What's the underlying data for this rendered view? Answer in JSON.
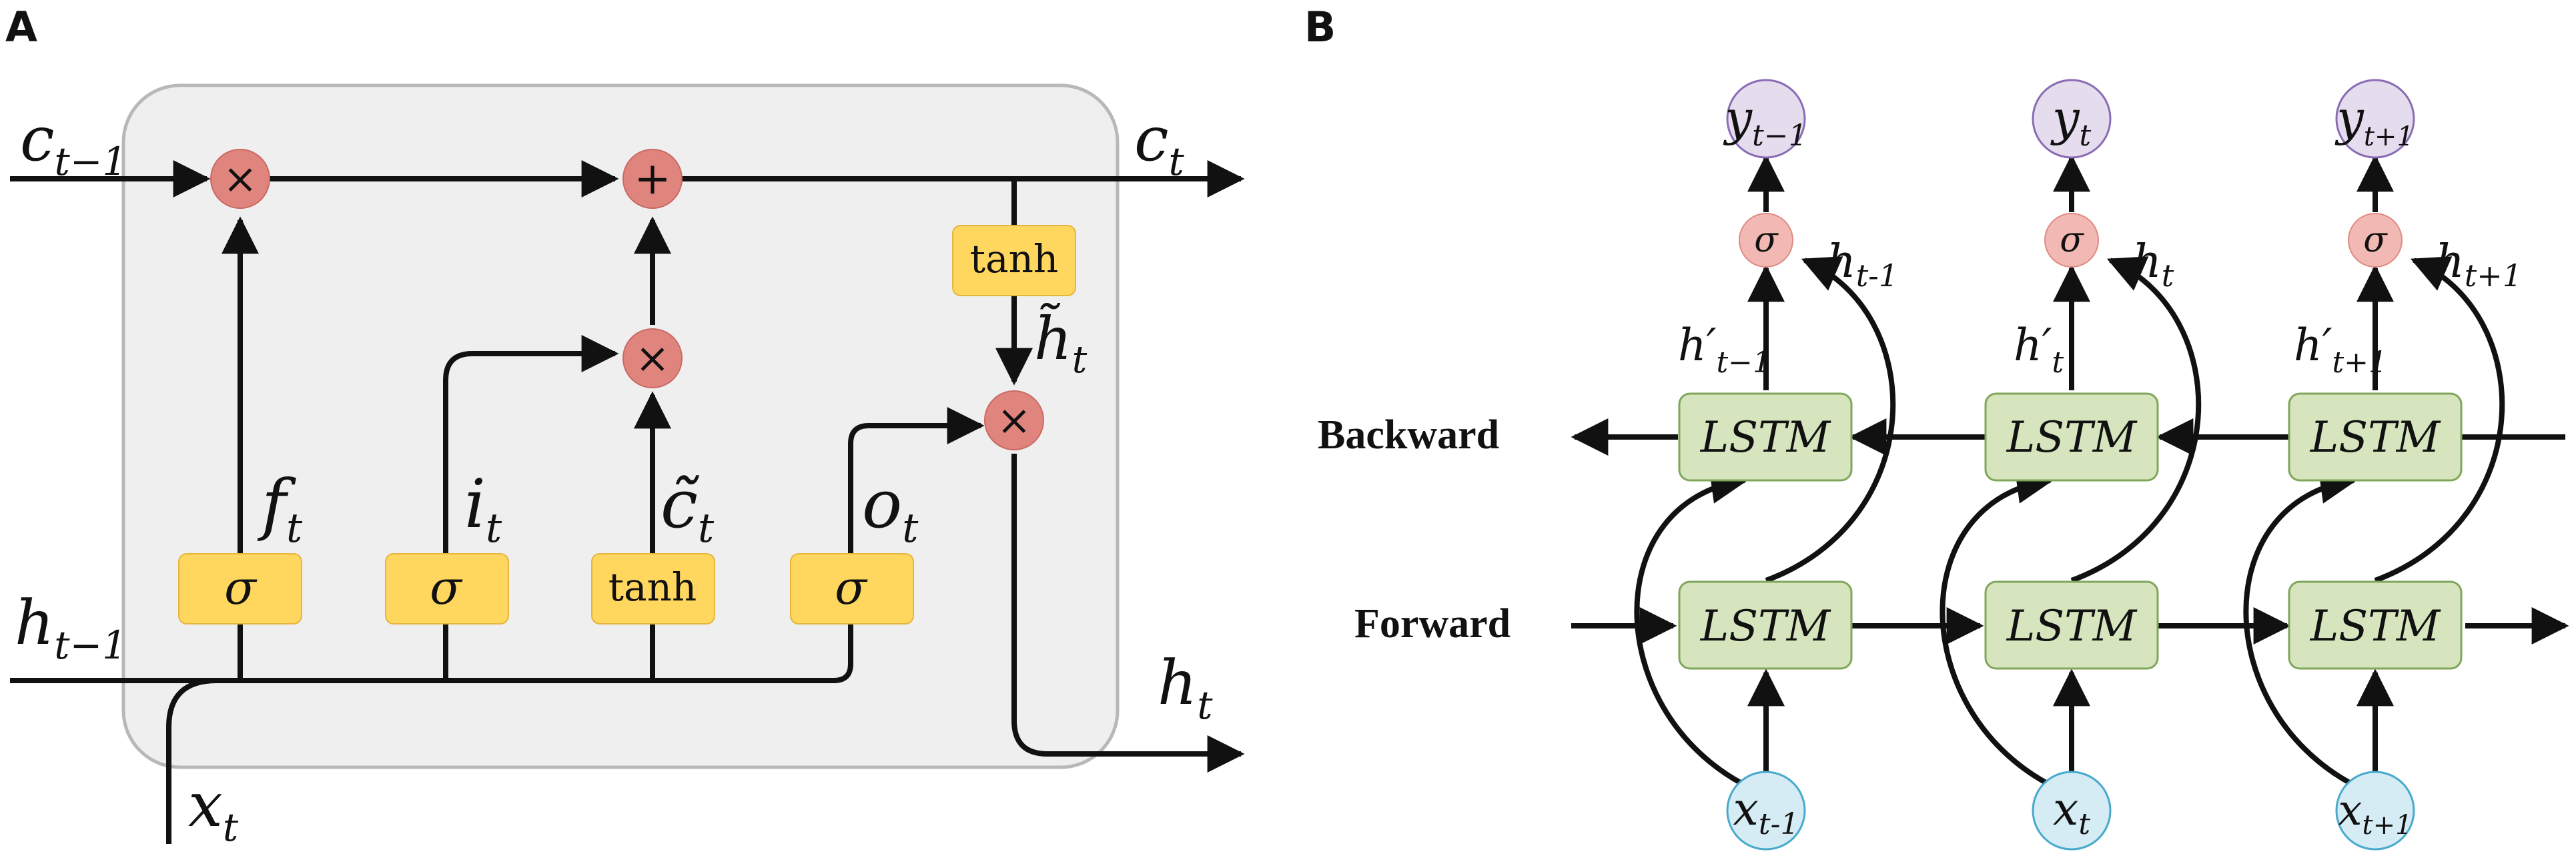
{
  "colors": {
    "cell_background": "#efefef",
    "gate_fill": "#ffd75e",
    "op_fill": "#e0857e",
    "lstm_fill": "#d6e5bd",
    "output_fill": "#e5dcee",
    "input_fill": "#d6ecf4",
    "sigma_fill": "#f2b8b3",
    "line": "#111111"
  },
  "panel_a": {
    "label": "A",
    "ops": {
      "multiply": "×",
      "add": "+"
    },
    "gates": {
      "forget": "σ",
      "input": "σ",
      "candidate": "tanh",
      "output": "σ",
      "cell_tanh": "tanh"
    },
    "labels": {
      "c_prev": {
        "base": "c",
        "sub": "t−1"
      },
      "c_t": {
        "base": "c",
        "sub": "t"
      },
      "h_prev": {
        "base": "h",
        "sub": "t−1"
      },
      "h_t": {
        "base": "h",
        "sub": "t"
      },
      "x_t": {
        "base": "x",
        "sub": "t"
      },
      "f_t": {
        "base": "f",
        "sub": "t"
      },
      "i_t": {
        "base": "i",
        "sub": "t"
      },
      "c_tilde": {
        "base": "c̃",
        "sub": "t"
      },
      "o_t": {
        "base": "o",
        "sub": "t"
      },
      "h_tilde": {
        "base": "h̃",
        "sub": "t"
      }
    }
  },
  "panel_b": {
    "label": "B",
    "backward_label": "Backward",
    "forward_label": "Forward",
    "lstm_label": "LSTM",
    "sigma": "σ",
    "columns": [
      {
        "y_base": "y",
        "y_sub": "t−1",
        "x_base": "x",
        "x_sub": "t-1",
        "h_base": "h",
        "h_sub": "t-1",
        "hp_base": "h′",
        "hp_sub": "t−1"
      },
      {
        "y_base": "y",
        "y_sub": "t",
        "x_base": "x",
        "x_sub": "t",
        "h_base": "h",
        "h_sub": "t",
        "hp_base": "h′",
        "hp_sub": "t"
      },
      {
        "y_base": "y",
        "y_sub": "t+1",
        "x_base": "x",
        "x_sub": "t+1",
        "h_base": "h",
        "h_sub": "t+1",
        "hp_base": "h′",
        "hp_sub": "t+1"
      }
    ]
  }
}
